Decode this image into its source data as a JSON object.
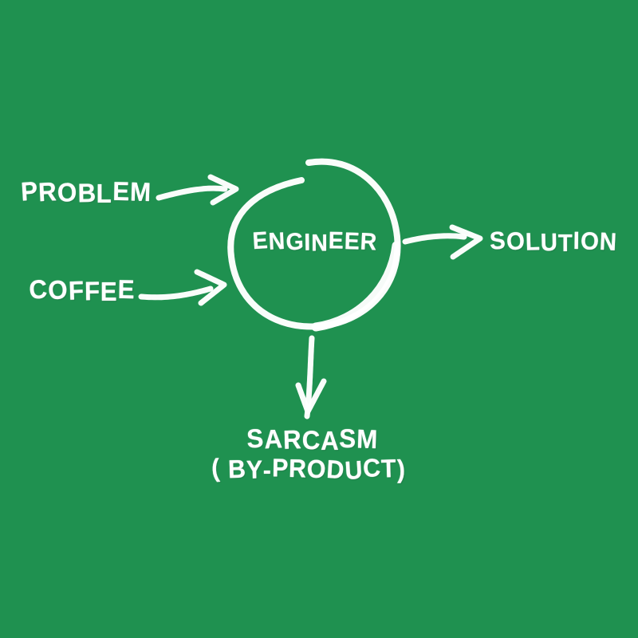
{
  "board": {
    "background_color": "#1f9150",
    "chalk_color": "#ffffff",
    "style": "hand-drawn chalk on green chalkboard"
  },
  "nodes": {
    "problem": {
      "label": "PROBLEM"
    },
    "coffee": {
      "label": "COFFEE"
    },
    "engineer": {
      "label": "ENGINEER"
    },
    "solution": {
      "label": "SOLUTION"
    },
    "sarcasm": {
      "label": "SARCASM",
      "sublabel": "( BY-PRODUCT)"
    }
  },
  "edges": [
    {
      "from": "PROBLEM",
      "to": "ENGINEER",
      "direction": "right"
    },
    {
      "from": "COFFEE",
      "to": "ENGINEER",
      "direction": "right"
    },
    {
      "from": "ENGINEER",
      "to": "SOLUTION",
      "direction": "right"
    },
    {
      "from": "ENGINEER",
      "to": "SARCASM",
      "direction": "down"
    }
  ]
}
